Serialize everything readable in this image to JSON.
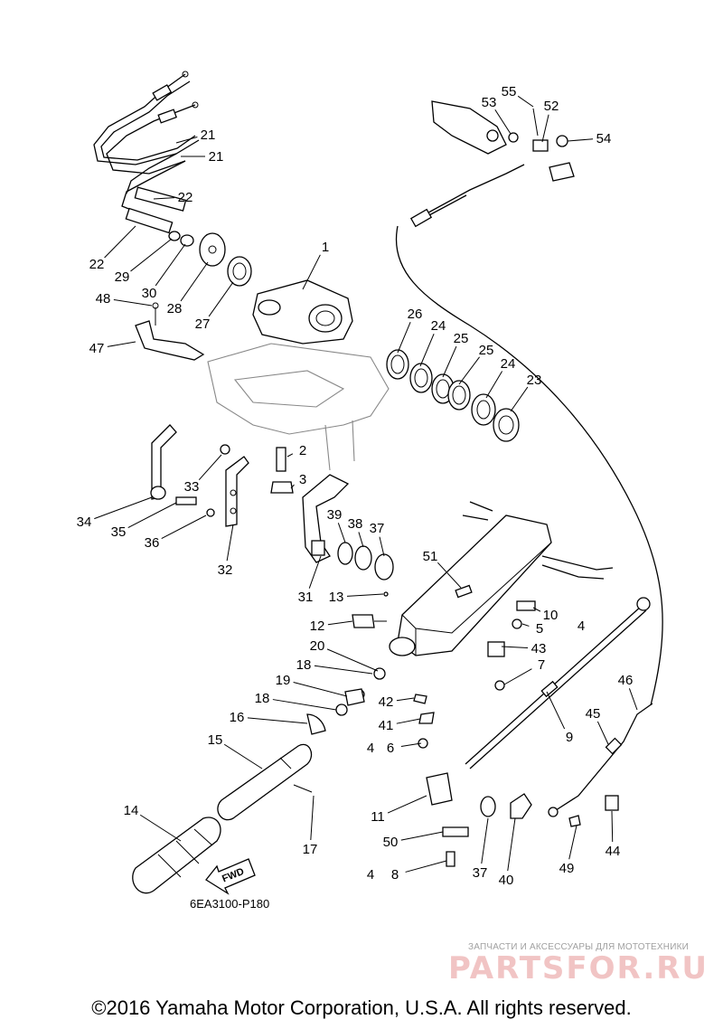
{
  "drawing_code": "6EA3100-P180",
  "fwd_label": "FWD",
  "watermark": {
    "tagline": "ЗАПЧАСТИ И АКСЕССУАРЫ ДЛЯ МОТОТЕХНИКИ",
    "brand": "PARTSFOR.RU"
  },
  "copyright": "©2016 Yamaha Motor Corporation, U.S.A. All rights reserved.",
  "callouts": [
    {
      "id": "c1",
      "label": "1"
    },
    {
      "id": "c2",
      "label": "2"
    },
    {
      "id": "c3",
      "label": "3"
    },
    {
      "id": "c4a",
      "label": "4"
    },
    {
      "id": "c4b",
      "label": "4"
    },
    {
      "id": "c4c",
      "label": "4"
    },
    {
      "id": "c5",
      "label": "5"
    },
    {
      "id": "c6",
      "label": "6"
    },
    {
      "id": "c7",
      "label": "7"
    },
    {
      "id": "c8",
      "label": "8"
    },
    {
      "id": "c9",
      "label": "9"
    },
    {
      "id": "c10",
      "label": "10"
    },
    {
      "id": "c11",
      "label": "11"
    },
    {
      "id": "c12",
      "label": "12"
    },
    {
      "id": "c13",
      "label": "13"
    },
    {
      "id": "c14",
      "label": "14"
    },
    {
      "id": "c15",
      "label": "15"
    },
    {
      "id": "c16",
      "label": "16"
    },
    {
      "id": "c17",
      "label": "17"
    },
    {
      "id": "c18a",
      "label": "18"
    },
    {
      "id": "c18b",
      "label": "18"
    },
    {
      "id": "c19",
      "label": "19"
    },
    {
      "id": "c20",
      "label": "20"
    },
    {
      "id": "c21a",
      "label": "21"
    },
    {
      "id": "c21b",
      "label": "21"
    },
    {
      "id": "c22a",
      "label": "22"
    },
    {
      "id": "c22b",
      "label": "22"
    },
    {
      "id": "c23",
      "label": "23"
    },
    {
      "id": "c24a",
      "label": "24"
    },
    {
      "id": "c24b",
      "label": "24"
    },
    {
      "id": "c25a",
      "label": "25"
    },
    {
      "id": "c25b",
      "label": "25"
    },
    {
      "id": "c26",
      "label": "26"
    },
    {
      "id": "c27",
      "label": "27"
    },
    {
      "id": "c28",
      "label": "28"
    },
    {
      "id": "c29",
      "label": "29"
    },
    {
      "id": "c30",
      "label": "30"
    },
    {
      "id": "c31",
      "label": "31"
    },
    {
      "id": "c32",
      "label": "32"
    },
    {
      "id": "c33",
      "label": "33"
    },
    {
      "id": "c34",
      "label": "34"
    },
    {
      "id": "c35",
      "label": "35"
    },
    {
      "id": "c36",
      "label": "36"
    },
    {
      "id": "c37a",
      "label": "37"
    },
    {
      "id": "c37b",
      "label": "37"
    },
    {
      "id": "c38",
      "label": "38"
    },
    {
      "id": "c39",
      "label": "39"
    },
    {
      "id": "c40",
      "label": "40"
    },
    {
      "id": "c41",
      "label": "41"
    },
    {
      "id": "c42",
      "label": "42"
    },
    {
      "id": "c43",
      "label": "43"
    },
    {
      "id": "c44",
      "label": "44"
    },
    {
      "id": "c45",
      "label": "45"
    },
    {
      "id": "c46",
      "label": "46"
    },
    {
      "id": "c47",
      "label": "47"
    },
    {
      "id": "c48",
      "label": "48"
    },
    {
      "id": "c49",
      "label": "49"
    },
    {
      "id": "c50",
      "label": "50"
    },
    {
      "id": "c51",
      "label": "51"
    },
    {
      "id": "c52",
      "label": "52"
    },
    {
      "id": "c53",
      "label": "53"
    },
    {
      "id": "c54",
      "label": "54"
    },
    {
      "id": "c55",
      "label": "55"
    }
  ]
}
